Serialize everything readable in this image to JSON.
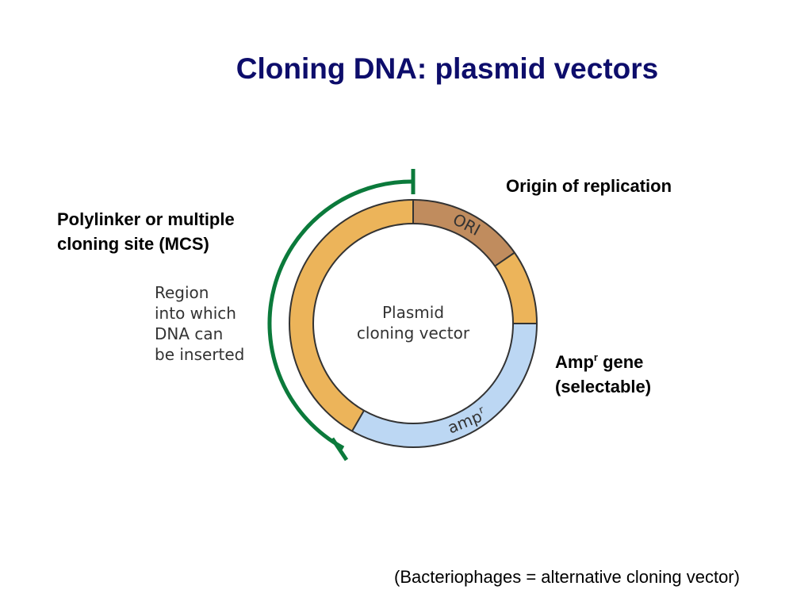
{
  "title": "Cloning DNA: plasmid vectors",
  "labels": {
    "origin": "Origin of replication",
    "polylinker_line1": "Polylinker or multiple",
    "polylinker_line2": "cloning site (MCS)",
    "amp_prefix": "Amp",
    "amp_superscript": "r",
    "amp_suffix": " gene",
    "amp_line2": "(selectable)"
  },
  "diagram": {
    "center_line1": "Plasmid",
    "center_line2": "cloning vector",
    "ori_label": "ORI",
    "amp_label": "amp",
    "amp_label_sup": "r",
    "region_line1": "Region",
    "region_line2": "into which",
    "region_line3": "DNA can",
    "region_line4": "be inserted"
  },
  "footnote": "(Bacteriophages = alternative cloning vector)",
  "colors": {
    "title": "#0d0d6b",
    "mcs_segment": "#ecb45a",
    "ori_segment": "#c08c5e",
    "amp_segment": "#bcd7f3",
    "bracket": "#0b7a3b",
    "outline": "#333333"
  }
}
